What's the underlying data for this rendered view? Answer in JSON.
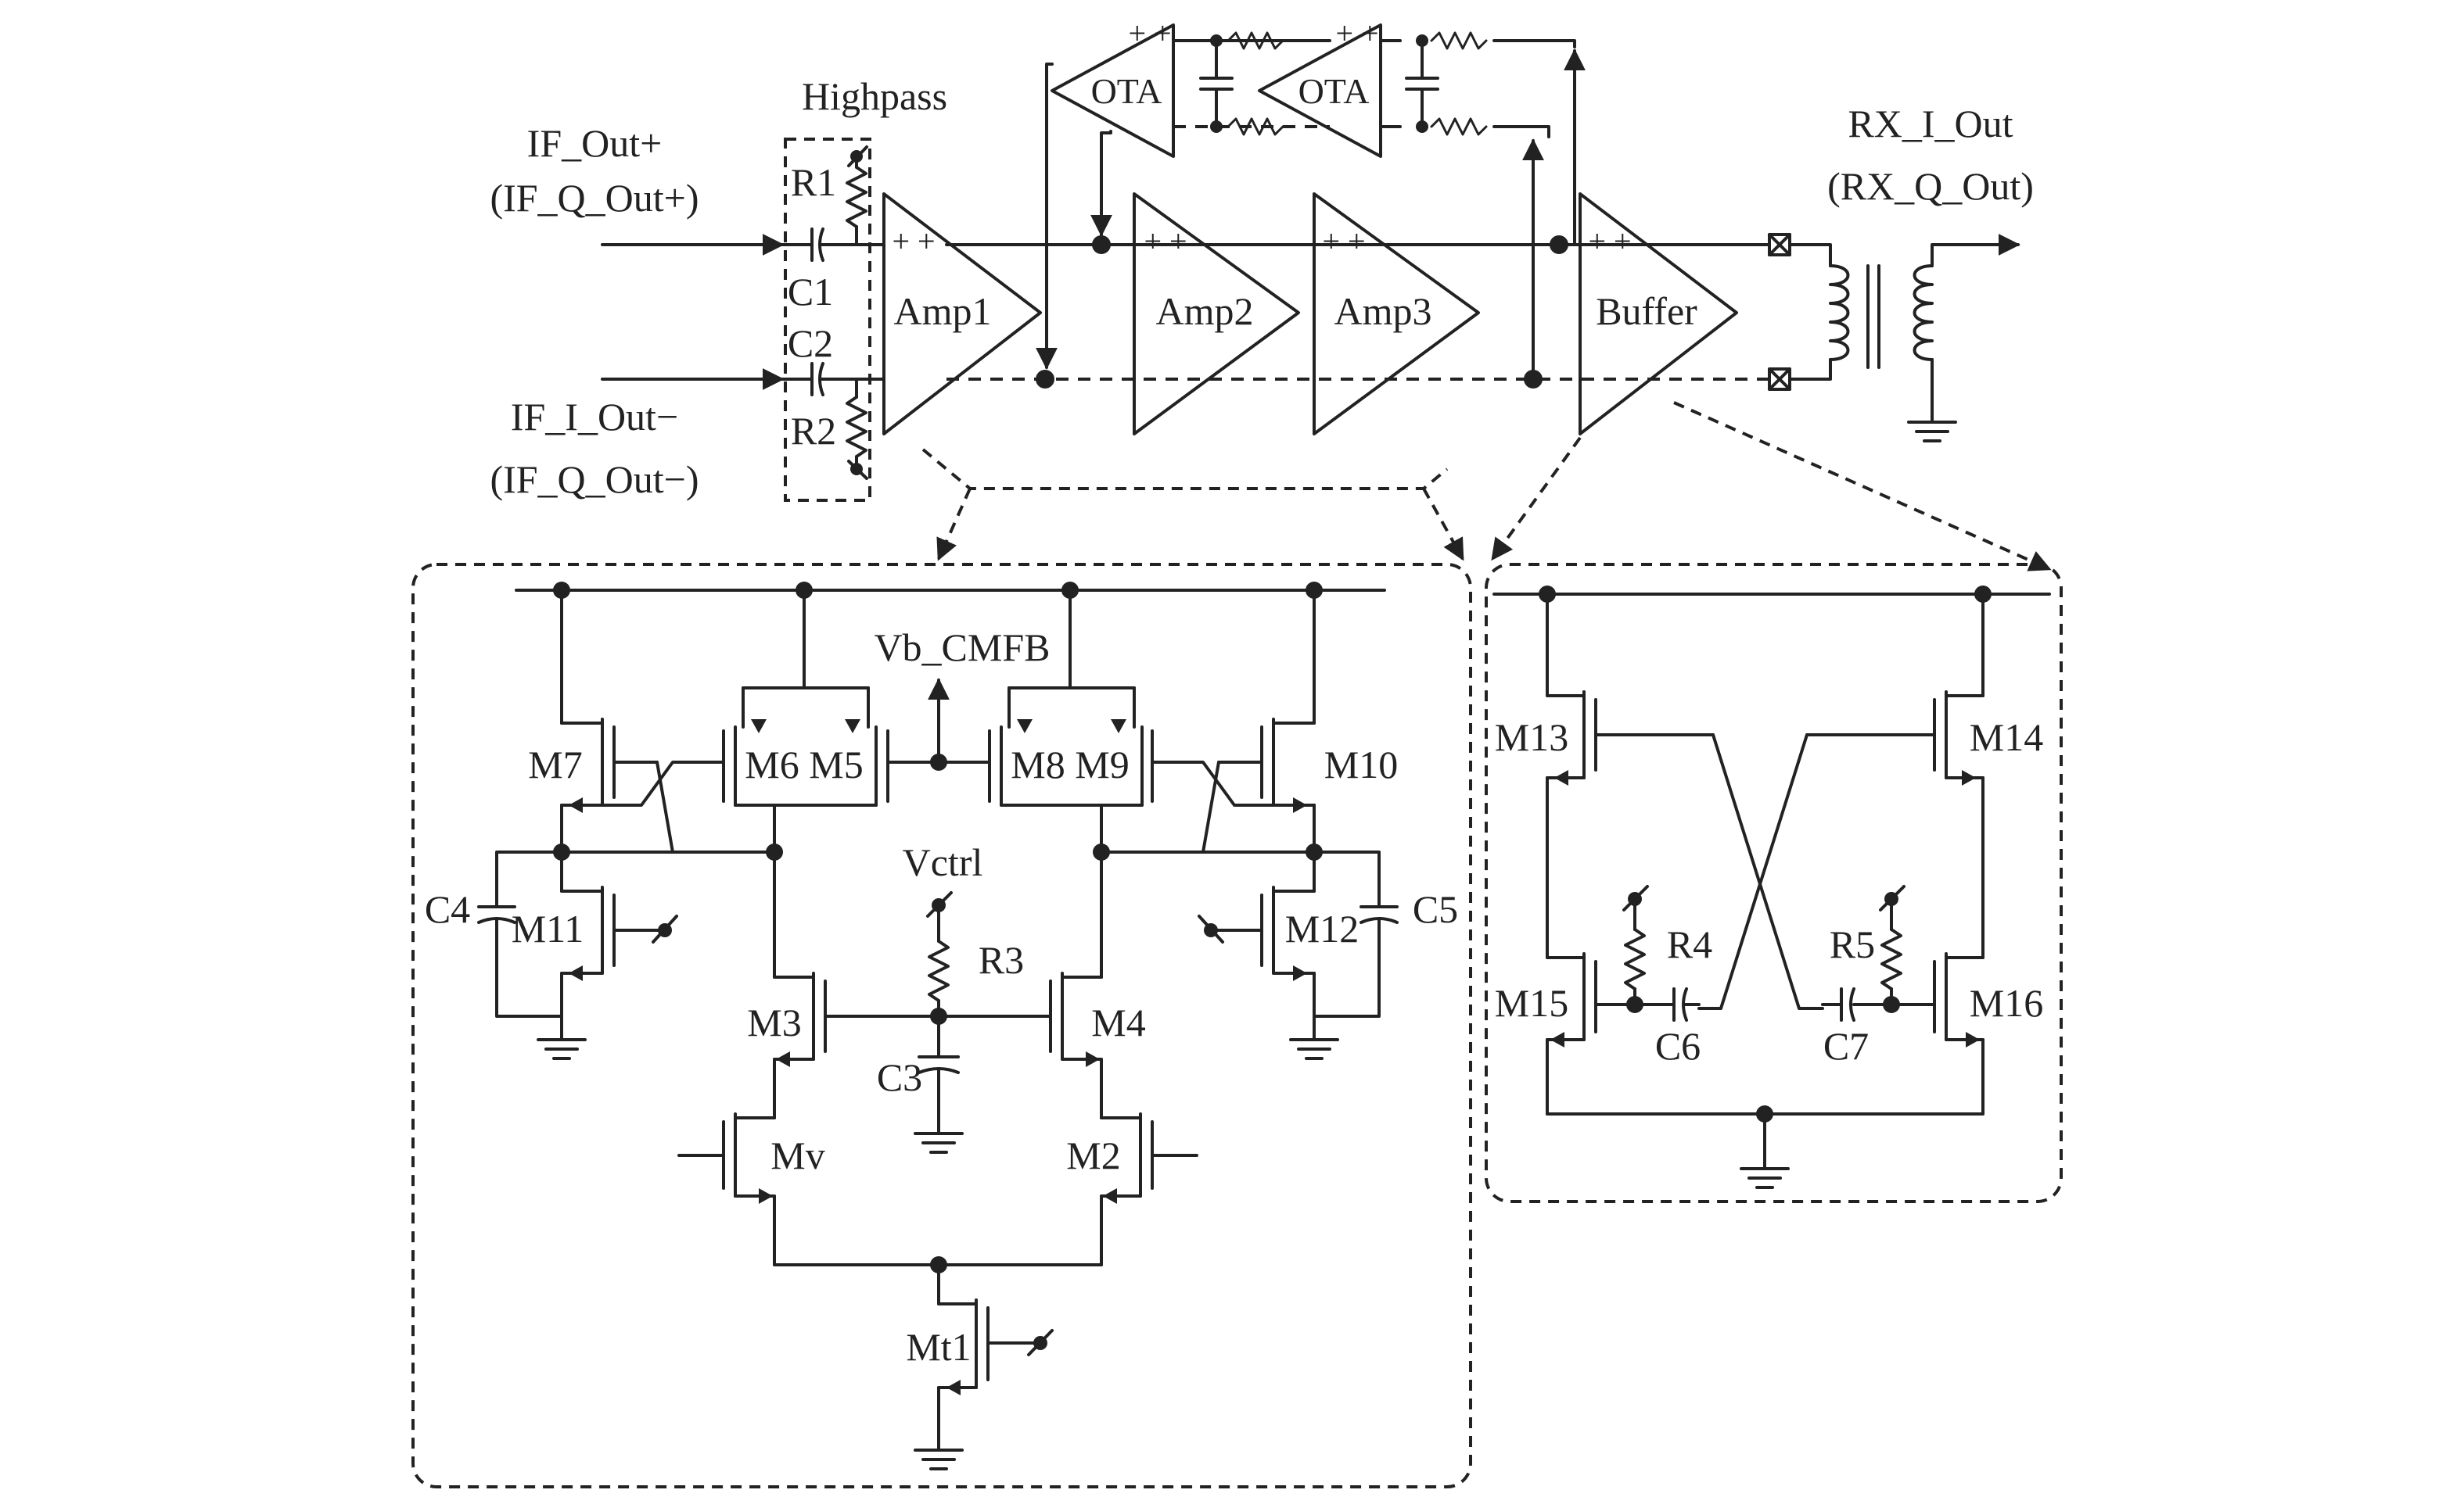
{
  "figure": {
    "inputs": {
      "pos_line1": "IF_Out+",
      "pos_line2": "(IF_Q_Out+)",
      "neg_line1": "IF_I_Out−",
      "neg_line2": "(IF_Q_Out−)"
    },
    "output": {
      "line1": "RX_I_Out",
      "line2": "(RX_Q_Out)"
    },
    "highpass": {
      "title": "Highpass",
      "r1": "R1",
      "r2": "R2",
      "c1": "C1",
      "c2": "C2"
    },
    "blocks": {
      "amp1": "Amp1",
      "amp2": "Amp2",
      "amp3": "Amp3",
      "buffer": "Buffer",
      "ota": "OTA",
      "plus_signs": "+ +"
    },
    "amp_detail": {
      "vb_cmfb": "Vb_CMFB",
      "vctrl": "Vctrl",
      "m7": "M7",
      "m6_m5": "M6 M5",
      "m8_m9": "M8 M9",
      "m10": "M10",
      "c4": "C4",
      "m11": "M11",
      "m12": "M12",
      "c5": "C5",
      "r3": "R3",
      "m3": "M3",
      "m4": "M4",
      "c3": "C3",
      "mv": "Mv",
      "m2": "M2",
      "mt1": "Mt1"
    },
    "buffer_detail": {
      "m13": "M13",
      "m14": "M14",
      "m15": "M15",
      "m16": "M16",
      "r4": "R4",
      "r5": "R5",
      "c6": "C6",
      "c7": "C7"
    }
  }
}
